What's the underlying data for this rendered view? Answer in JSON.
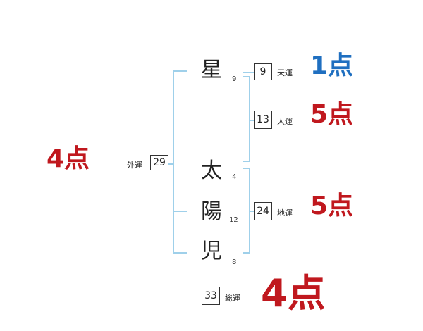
{
  "name": {
    "chars": [
      "星",
      "太",
      "陽",
      "児"
    ],
    "strokes": [
      "9",
      "4",
      "12",
      "8"
    ]
  },
  "fortunes": {
    "ten": {
      "value": "9",
      "label": "天運",
      "score": "1点"
    },
    "jin": {
      "value": "13",
      "label": "人運",
      "score": "5点"
    },
    "chi": {
      "value": "24",
      "label": "地運",
      "score": "5点"
    },
    "gai": {
      "value": "29",
      "label": "外運",
      "score": "4点"
    },
    "so": {
      "value": "33",
      "label": "総運",
      "score": "4点"
    }
  },
  "colors": {
    "bracket": "#9fd0ea",
    "score_red": "#c0181e",
    "score_blue": "#1f6fc0"
  }
}
